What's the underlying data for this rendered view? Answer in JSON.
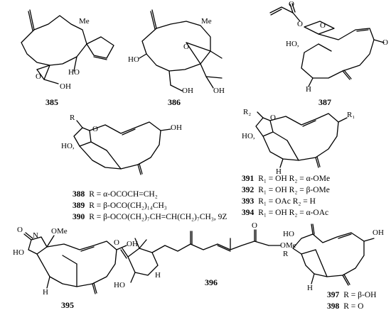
{
  "compounds": {
    "c385": {
      "number": "385",
      "labels": {
        "me": "Me",
        "ho": "HO",
        "o": "O",
        "oh": "OH"
      }
    },
    "c386": {
      "number": "386",
      "labels": {
        "me": "Me",
        "ho": "HO",
        "o": "O",
        "oh1": "OH",
        "oh2": "OH"
      }
    },
    "c387": {
      "number": "387",
      "labels": {
        "o1": "O",
        "o2": "O",
        "o3": "O",
        "ho": "HO,",
        "o4": "O",
        "h": "H"
      }
    },
    "c388_390": {
      "labels": {
        "r": "R",
        "o": "O",
        "ho": "HO,",
        "oh": "OH"
      },
      "entries": [
        {
          "number": "388",
          "text": "R = α-OCOCH=CH₂"
        },
        {
          "number": "389",
          "text": "R = β-OCO(CH₂)₁₄CH₃"
        },
        {
          "number": "390",
          "text": "R = β-OCO(CH₂)₇CH=CH(CH₂)₇CH₃, 9Z"
        }
      ]
    },
    "c391_394": {
      "labels": {
        "r2": "R₂",
        "o": "O",
        "r1": "R₁",
        "ho": "HO,",
        "h": "H"
      },
      "entries": [
        {
          "number": "391",
          "text": "R₁ = OH    R₂ = α-OMe"
        },
        {
          "number": "392",
          "text": "R₁ = OH    R₂ = β-OMe"
        },
        {
          "number": "393",
          "text": "R₁ = OAc   R₂ = H"
        },
        {
          "number": "394",
          "text": "R₁ = OH    R₂ = α-OAc"
        }
      ]
    },
    "c395": {
      "number": "395",
      "labels": {
        "o": "O",
        "nh": "N",
        "ome": "OMe",
        "ho": "HO",
        "oh": "OH",
        "h": "H"
      }
    },
    "c396": {
      "number": "396",
      "labels": {
        "o": "O",
        "ho": "HO",
        "h": "H",
        "o2": "O",
        "ome": "OMe"
      }
    },
    "c397_398": {
      "labels": {
        "ho": "HO",
        "r": "R",
        "oh": "OH",
        "h": "H"
      },
      "entries": [
        {
          "number": "397",
          "text": "R = β-OH"
        },
        {
          "number": "398",
          "text": "R = O"
        }
      ]
    }
  }
}
